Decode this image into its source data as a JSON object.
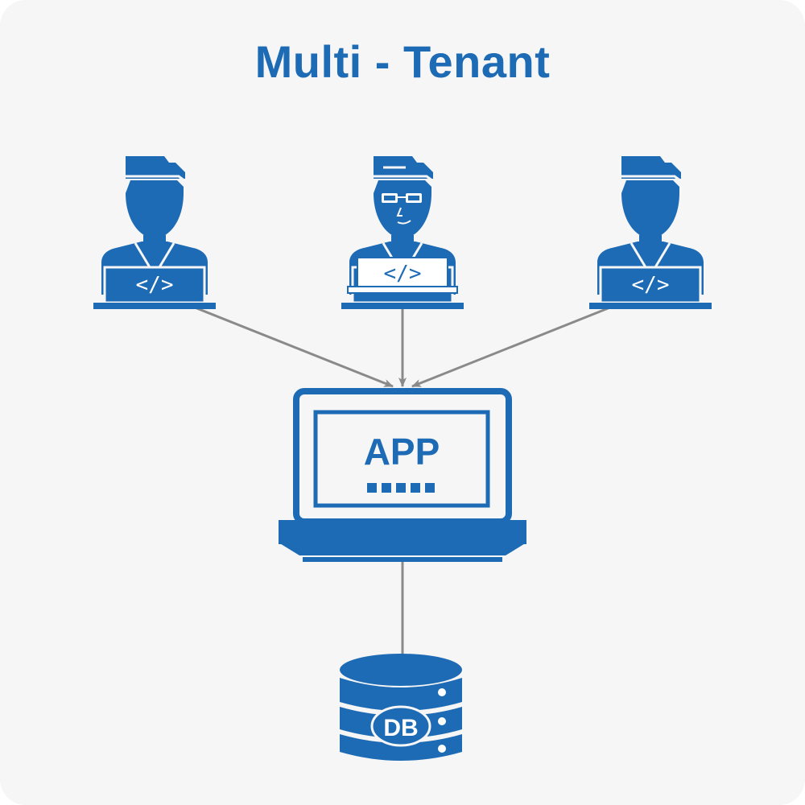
{
  "title": "Multi - Tenant",
  "colors": {
    "primary": "#1e6bb5",
    "arrow": "#8a8a8a",
    "background": "#f6f6f6",
    "on_primary": "#ffffff"
  },
  "tenants": [
    {
      "icon": "developer-icon",
      "code_label": "</>"
    },
    {
      "icon": "developer-with-glasses-icon",
      "code_label": "</>"
    },
    {
      "icon": "developer-icon",
      "code_label": "</>"
    }
  ],
  "app": {
    "label": "APP",
    "icon": "laptop-icon"
  },
  "database": {
    "label": "DB",
    "icon": "database-icon"
  }
}
